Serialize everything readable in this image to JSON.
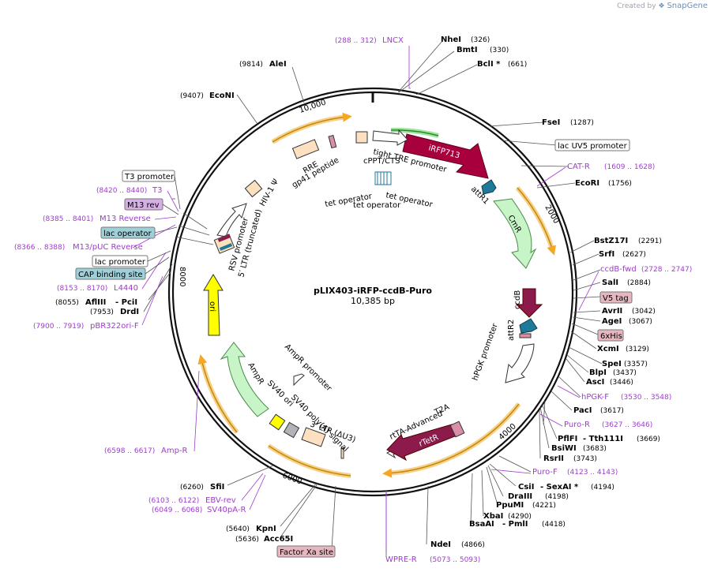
{
  "branding": {
    "created_by": "Created by",
    "app": "SnapGene"
  },
  "plasmid": {
    "name": "pLIX403-iRFP-ccdB-Puro",
    "length": "10,385 bp"
  },
  "colors": {
    "enzyme": "#000000",
    "primer": "#a03ad1",
    "ticks": "#111111",
    "orange": "#f5a623",
    "iRFP713": "#a8003c",
    "CmR": "#c8f5c8",
    "ccdB": "#8c1a4a",
    "rtTA": "#8c1a4a",
    "ori": "#ffff00",
    "AmpR": "#c8f5c8",
    "attR": "#1f7a99"
  },
  "ruler": [
    "10,000",
    "2000",
    "4000",
    "6000",
    "8000"
  ],
  "enzymes_right": [
    {
      "name": "NheI",
      "pos": "(326)"
    },
    {
      "name": "BmtI",
      "pos": "(330)"
    },
    {
      "name": "BclI *",
      "pos": "(661)"
    },
    {
      "name": "FseI",
      "pos": "(1287)"
    },
    {
      "name": "EcoRI",
      "pos": "(1756)"
    },
    {
      "name": "BstZ17I",
      "pos": "(2291)"
    },
    {
      "name": "SrfI",
      "pos": "(2627)"
    },
    {
      "name": "SalI",
      "pos": "(2884)"
    },
    {
      "name": "AvrII",
      "pos": "(3042)"
    },
    {
      "name": "AgeI",
      "pos": "(3067)"
    },
    {
      "name": "XcmI",
      "pos": "(3129)"
    },
    {
      "name": "SpeI",
      "pos": "(3357)"
    },
    {
      "name": "BlpI",
      "pos": "(3437)"
    },
    {
      "name": "AscI",
      "pos": "(3446)"
    },
    {
      "name": "PacI",
      "pos": "(3617)"
    },
    {
      "name": "PflFI",
      "pos": "(3669)",
      "name2": "- Tth111I"
    },
    {
      "name": "BsiWI",
      "pos": "(3683)"
    },
    {
      "name": "RsrII",
      "pos": "(3743)"
    },
    {
      "name": "CsiI",
      "pos": "(4194)",
      "name2": "- SexAI *"
    },
    {
      "name": "DraIII",
      "pos": "(4198)"
    },
    {
      "name": "PpuMI",
      "pos": "(4221)"
    },
    {
      "name": "XbaI",
      "pos": "(4290)"
    },
    {
      "name": "BsaAI",
      "pos": "(4418)",
      "name2": "- PmlI"
    },
    {
      "name": "NdeI",
      "pos": "(4866)"
    }
  ],
  "enzymes_left": [
    {
      "name": "AleI",
      "pos": "(9814)"
    },
    {
      "name": "EcoNI",
      "pos": "(9407)"
    },
    {
      "name": "AflIII",
      "pos": "(8055)",
      "name2": "- PciI"
    },
    {
      "name": "DrdI",
      "pos": "(7953)"
    },
    {
      "name": "SfiI",
      "pos": "(6260)"
    },
    {
      "name": "KpnI",
      "pos": "(5640)"
    },
    {
      "name": "Acc65I",
      "pos": "(5636)"
    }
  ],
  "primers": [
    {
      "range": "(288 .. 312)",
      "name": "LNCX"
    },
    {
      "name": "CAT-R",
      "range": "(1609 .. 1628)"
    },
    {
      "name": "ccdB-fwd",
      "range": "(2728 .. 2747)"
    },
    {
      "name": "hPGK-F",
      "range": "(3530 .. 3548)"
    },
    {
      "name": "Puro-R",
      "range": "(3627 .. 3646)"
    },
    {
      "name": "Puro-F",
      "range": "(4123 .. 4143)"
    },
    {
      "name": "WPRE-R",
      "range": "(5073 .. 5093)"
    },
    {
      "range": "(8420 .. 8440)",
      "name": "T3"
    },
    {
      "range": "(8385 .. 8401)",
      "name": "M13 Reverse"
    },
    {
      "range": "(8366 .. 8388)",
      "name": "M13/pUC Reverse"
    },
    {
      "range": "(8153 .. 8170)",
      "name": "L4440"
    },
    {
      "range": "(7900 .. 7919)",
      "name": "pBR322ori-F"
    },
    {
      "range": "(6598 .. 6617)",
      "name": "Amp-R"
    },
    {
      "range": "(6103 .. 6122)",
      "name": "EBV-rev"
    },
    {
      "range": "(6049 .. 6068)",
      "name": "SV40pA-R"
    }
  ],
  "boxed": {
    "lac_uv5": "lac UV5 promoter",
    "v5": "V5 tag",
    "his": "6xHis",
    "t3_promoter": "T3 promoter",
    "m13_rev": "M13 rev",
    "lac_operator": "lac operator",
    "lac_promoter": "lac promoter",
    "cap": "CAP binding site",
    "factor_xa": "Factor Xa site"
  },
  "features": {
    "iRFP713": "iRFP713",
    "tight_tre": "tight TRE promoter",
    "cppt": "cPPT/CTS",
    "rre": "RRE",
    "gp41": "gp41 peptide",
    "hiv": "HIV-1 Ψ",
    "tet1": "tet operator",
    "tet2": "tet operator",
    "tet3": "tet operator",
    "attR1": "attR1",
    "CmR": "CmR",
    "ccdB": "ccdB",
    "attR2": "attR2",
    "hpgk": "hPGK promoter",
    "t2a": "T2A",
    "rtta_adv": "rtTA-Advanced",
    "rtetr": "rTetR",
    "ltr3": "3′ LTR (ΔU3)",
    "sv40polya": "SV40 poly(A) signal",
    "sv40ori": "SV40 ori",
    "ampr_prom": "AmpR promoter",
    "ampr": "AmpR",
    "ori": "ori",
    "rsv": "RSV promoter",
    "ltr5": "5′ LTR (truncated)"
  }
}
